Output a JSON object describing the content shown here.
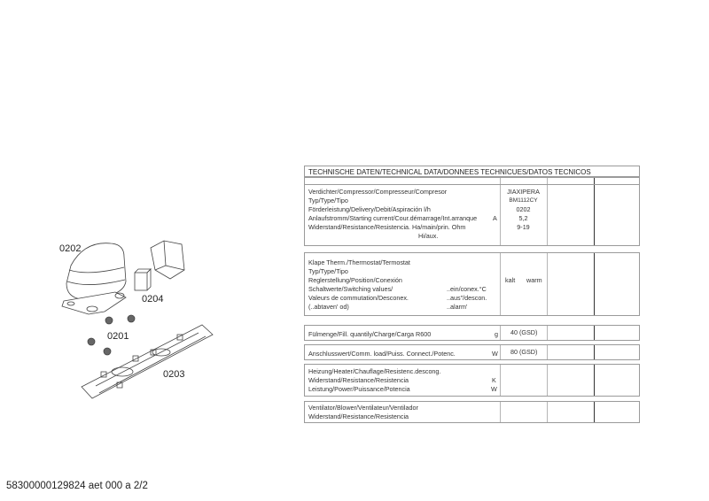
{
  "diagram": {
    "parts": [
      {
        "id": "0202",
        "name": "compressor"
      },
      {
        "id": "0204",
        "name": "relay"
      },
      {
        "id": "0201",
        "name": "rubber-grommets"
      },
      {
        "id": "0203",
        "name": "mounting-plate"
      }
    ]
  },
  "table": {
    "title": "TECHNISCHE DATEN/TECHNICAL DATA/DONNEES TECHNICUES/DATOS TECNICOS",
    "compressor": {
      "lines": [
        "Verdichter/Compressor/Compresseur/Compresor",
        "Typ/Type/Tipo",
        "Förderleistung/Delivery/Debit/Aspiración l/h",
        "Anlaufstromm/Starting current/Cour.démarrage/Int.arranque",
        "Widerstand/Resistance/Resistencia. Ha/main/prin. Ohm",
        "Hi/aux."
      ],
      "unit_A": "A",
      "values": [
        "JIAXIPERA",
        "BM1112CY",
        "0202",
        "5,2",
        "9-19"
      ]
    },
    "thermostat": {
      "lines": [
        "Klape Therm./Thermostat/Termostat",
        "Typ/Type/Tipo",
        "Reglerstellung/Position/Conexión",
        "Schaltwerte/Switching values/",
        "Valeurs de commutation/Desconex.",
        "(..abtaven' od)"
      ],
      "sub": [
        "..ein/conex.°C",
        "..aus\"/descon.",
        "..alarm'"
      ],
      "values": [
        "kalt",
        "warm"
      ]
    },
    "fill": {
      "label": "Fülmenge/Fill. quantily/Charge/Carga   R600",
      "unit": "g",
      "value": "40  (GSD)"
    },
    "load": {
      "label": "Anschlusswert/Comm. load/Puiss. Connect./Potenc.",
      "unit": "W",
      "value": "80  (GSD)"
    },
    "heater": {
      "lines": [
        "Heizung/Heater/Chauflage/Resistenc.descong.",
        "Widerstand/Resistance/Resistencia",
        "Leistung/Power/Puissance/Potencia"
      ],
      "units": [
        "",
        "K",
        "W"
      ]
    },
    "blower": {
      "lines": [
        "Ventilator/Blower/Ventilateur/Ventilador",
        "Widerstand/Resistance/Resistencia"
      ]
    }
  },
  "footer": {
    "text": "58300000129824 aet 000 a 2/2"
  }
}
